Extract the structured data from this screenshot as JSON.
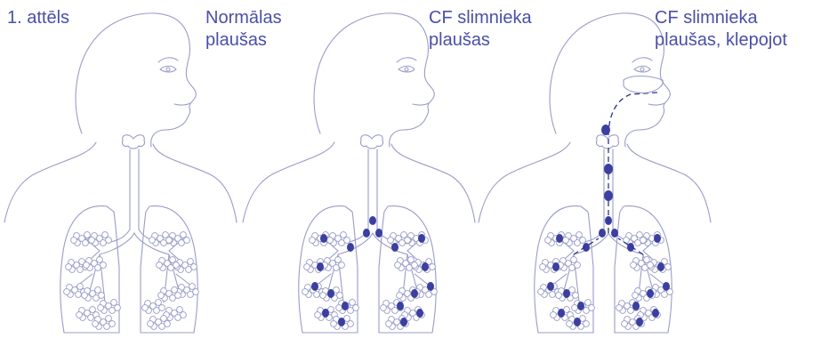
{
  "figure_label": "1. attēls",
  "panels": [
    {
      "caption_line1": "Normālas",
      "caption_line2": "plaušas",
      "mucus": "none"
    },
    {
      "caption_line1": "CF slimnieka",
      "caption_line2": "plaušas",
      "mucus": "airways"
    },
    {
      "caption_line1": "CF slimnieka",
      "caption_line2": "plaušas, klepojot",
      "mucus": "coughing"
    }
  ],
  "colors": {
    "outline": "#9a9cc8",
    "text": "#4a4fa8",
    "mucus": "#3a3fa0"
  }
}
